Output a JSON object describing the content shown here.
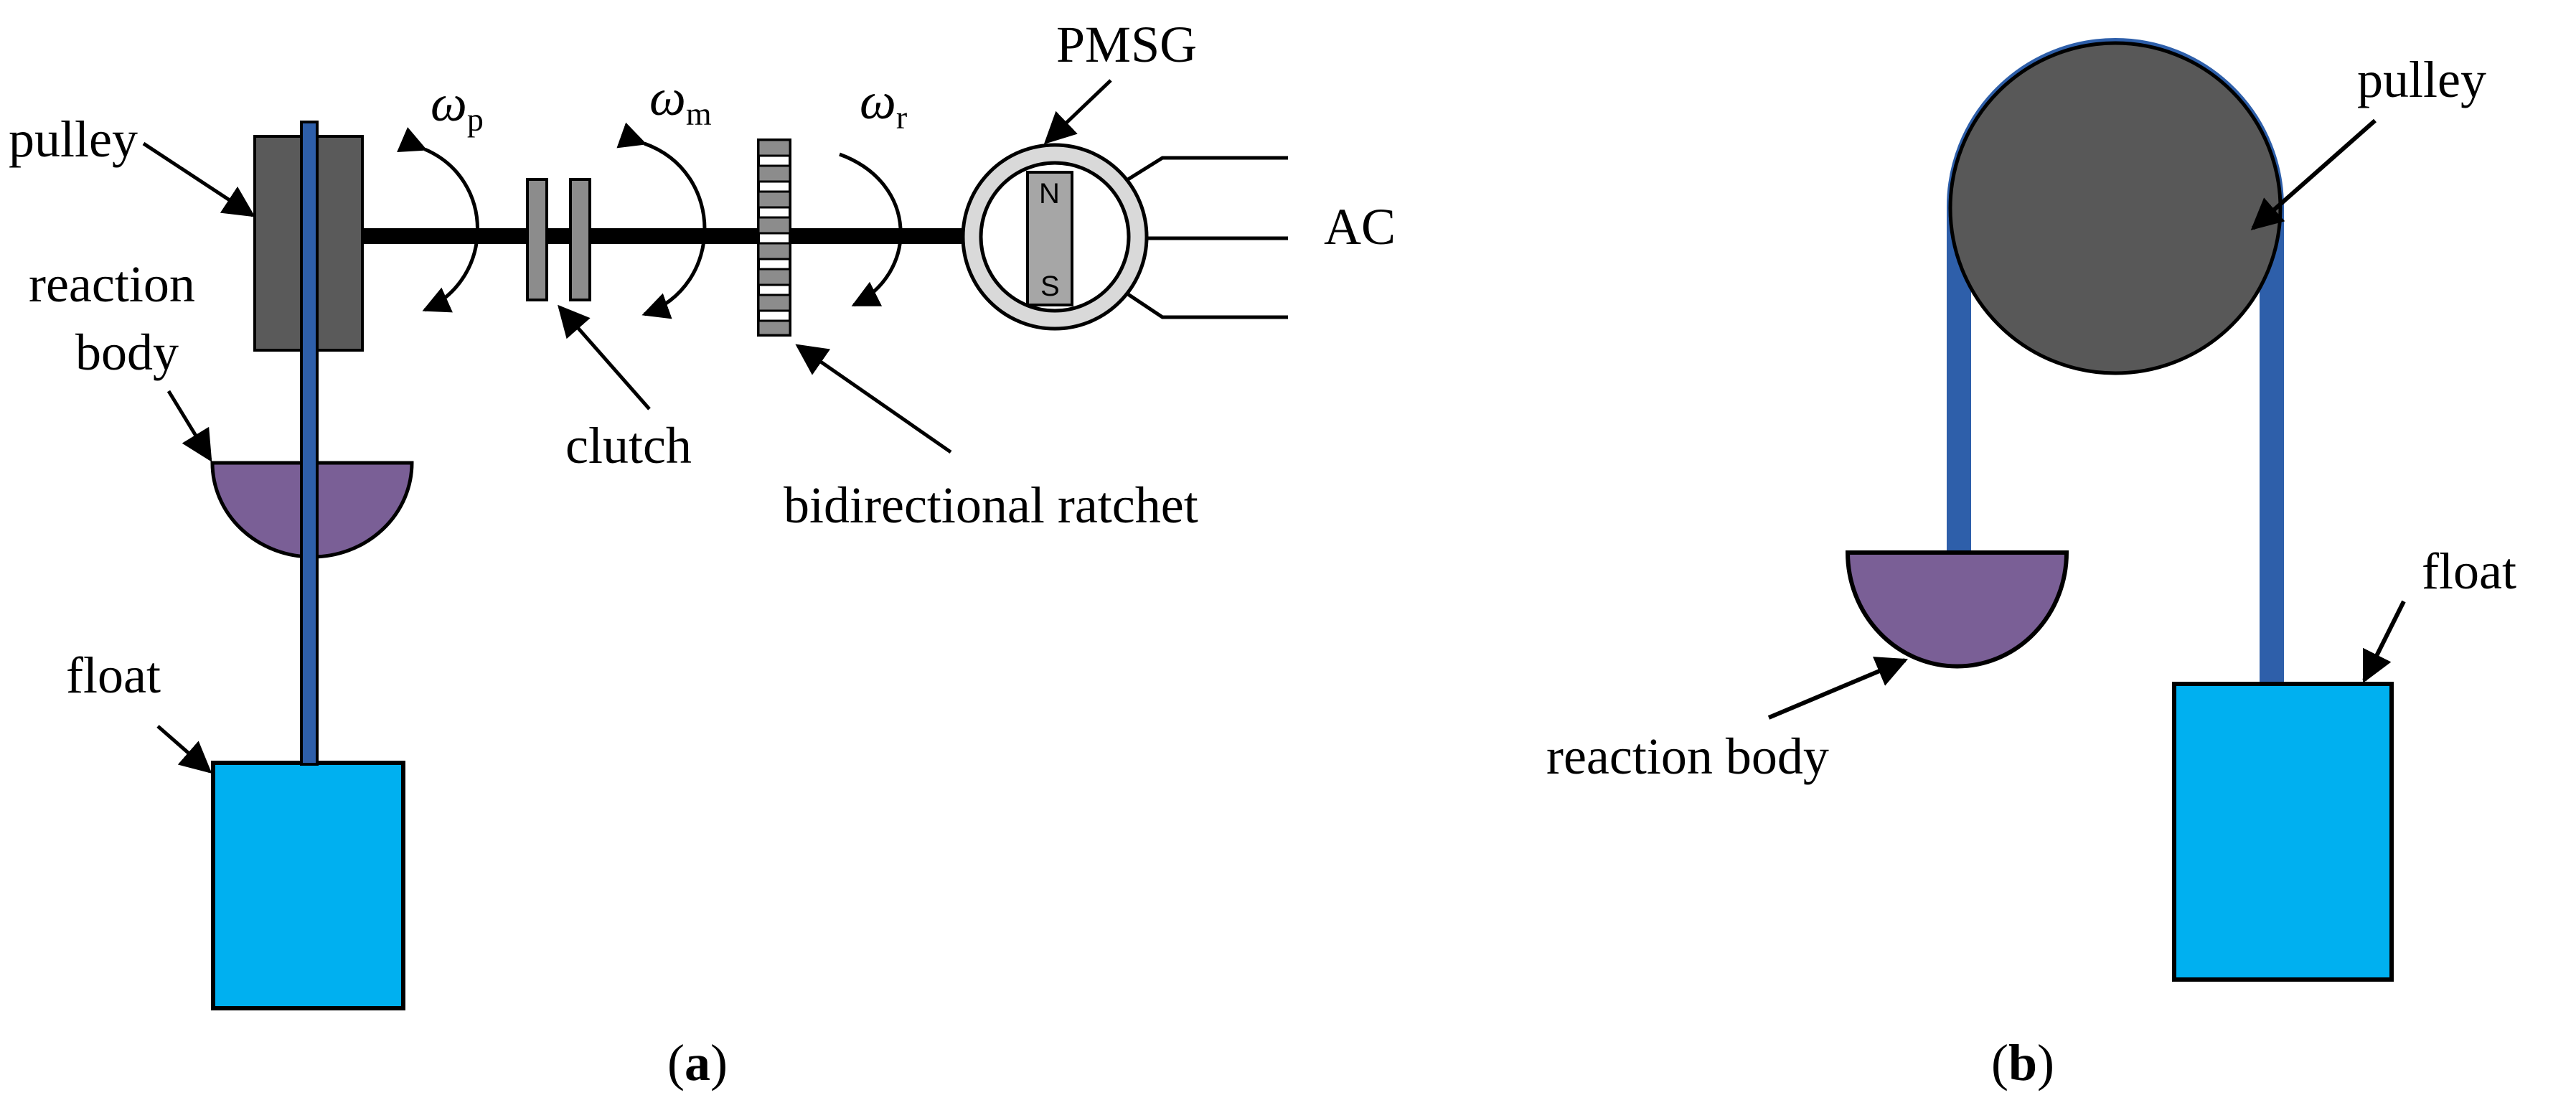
{
  "colors": {
    "belt": "#2e5faa",
    "pulley_a": "#5a5a5a",
    "pulley_b": "#585858",
    "reaction_body": "#7a5f96",
    "float": "#00b0f0",
    "gray_part": "#8c8c8c",
    "shaft": "#000000"
  },
  "panel_a": {
    "labels": {
      "pulley": "pulley",
      "reaction_line1": "reaction",
      "reaction_line2": "body",
      "float": "float",
      "clutch": "clutch",
      "ratchet": "bidirectional ratchet",
      "pmsg": "PMSG",
      "ac": "AC",
      "magnet_n": "N",
      "magnet_s": "S"
    },
    "omegas": [
      {
        "symbol": "ω",
        "subscript": "p"
      },
      {
        "symbol": "ω",
        "subscript": "m"
      },
      {
        "symbol": "ω",
        "subscript": "r"
      }
    ],
    "caption": {
      "open": "(",
      "letter": "a",
      "close": ")"
    }
  },
  "panel_b": {
    "labels": {
      "pulley": "pulley",
      "float": "float",
      "reaction_body": "reaction body"
    },
    "caption": {
      "open": "(",
      "letter": "b",
      "close": ")"
    }
  }
}
